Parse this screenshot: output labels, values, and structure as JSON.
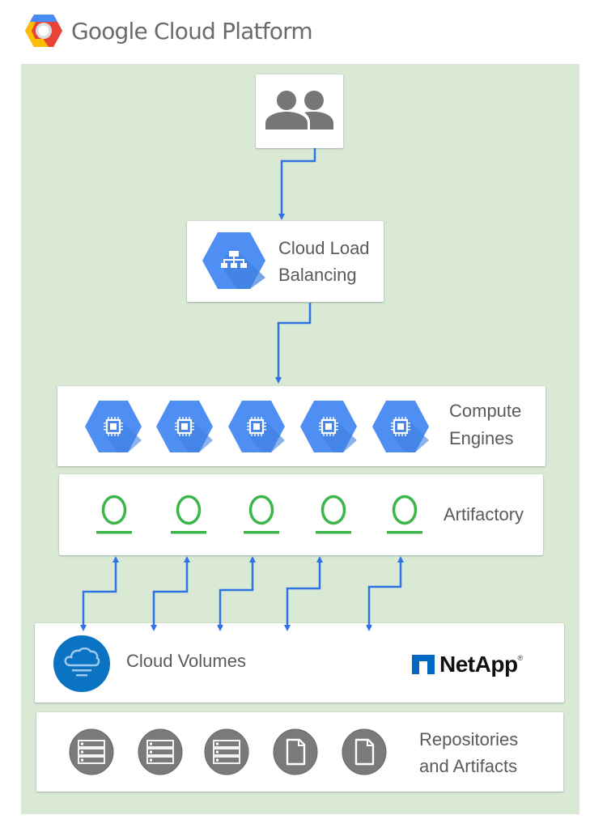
{
  "header": {
    "logo_icon": "google-cloud-hexagon-logo",
    "title": "Google Cloud Platform"
  },
  "colors": {
    "background": "#d9e9d4",
    "hex_blue": "#4f8ff3",
    "arrow_blue": "#2f72e6",
    "artifactory_green": "#3cb54a",
    "icon_gray": "#7a7a7a",
    "cloud_volumes_blue": "#0a74c2",
    "netapp_blue": "#0067c5"
  },
  "users": {
    "icon": "users-group-icon"
  },
  "load_balancer": {
    "icon": "cloud-load-balancing-icon",
    "line1": "Cloud Load",
    "line2": "Balancing"
  },
  "compute": {
    "count": 5,
    "icon": "compute-engine-chip-icon",
    "line1": "Compute",
    "line2": "Engines"
  },
  "artifactory": {
    "count": 5,
    "icon": "artifactory-icon",
    "label": "Artifactory"
  },
  "cloud_volumes": {
    "icon": "cloud-volumes-icon",
    "label": "Cloud Volumes",
    "brand": "NetApp",
    "brand_mark": "®"
  },
  "repositories": {
    "items": [
      {
        "icon": "server-stack-icon"
      },
      {
        "icon": "server-stack-icon"
      },
      {
        "icon": "server-stack-icon"
      },
      {
        "icon": "file-document-icon"
      },
      {
        "icon": "file-document-icon"
      }
    ],
    "line1": "Repositories",
    "line2": "and Artifacts"
  },
  "connections": [
    {
      "from": "users",
      "to": "load_balancer",
      "direction": "one-way"
    },
    {
      "from": "load_balancer",
      "to": "compute",
      "direction": "one-way"
    },
    {
      "from": "artifactory-1",
      "to": "cloud_volumes",
      "direction": "bidirectional"
    },
    {
      "from": "artifactory-2",
      "to": "cloud_volumes",
      "direction": "bidirectional"
    },
    {
      "from": "artifactory-3",
      "to": "cloud_volumes",
      "direction": "bidirectional"
    },
    {
      "from": "artifactory-4",
      "to": "cloud_volumes",
      "direction": "bidirectional"
    },
    {
      "from": "artifactory-5",
      "to": "cloud_volumes",
      "direction": "bidirectional"
    }
  ]
}
